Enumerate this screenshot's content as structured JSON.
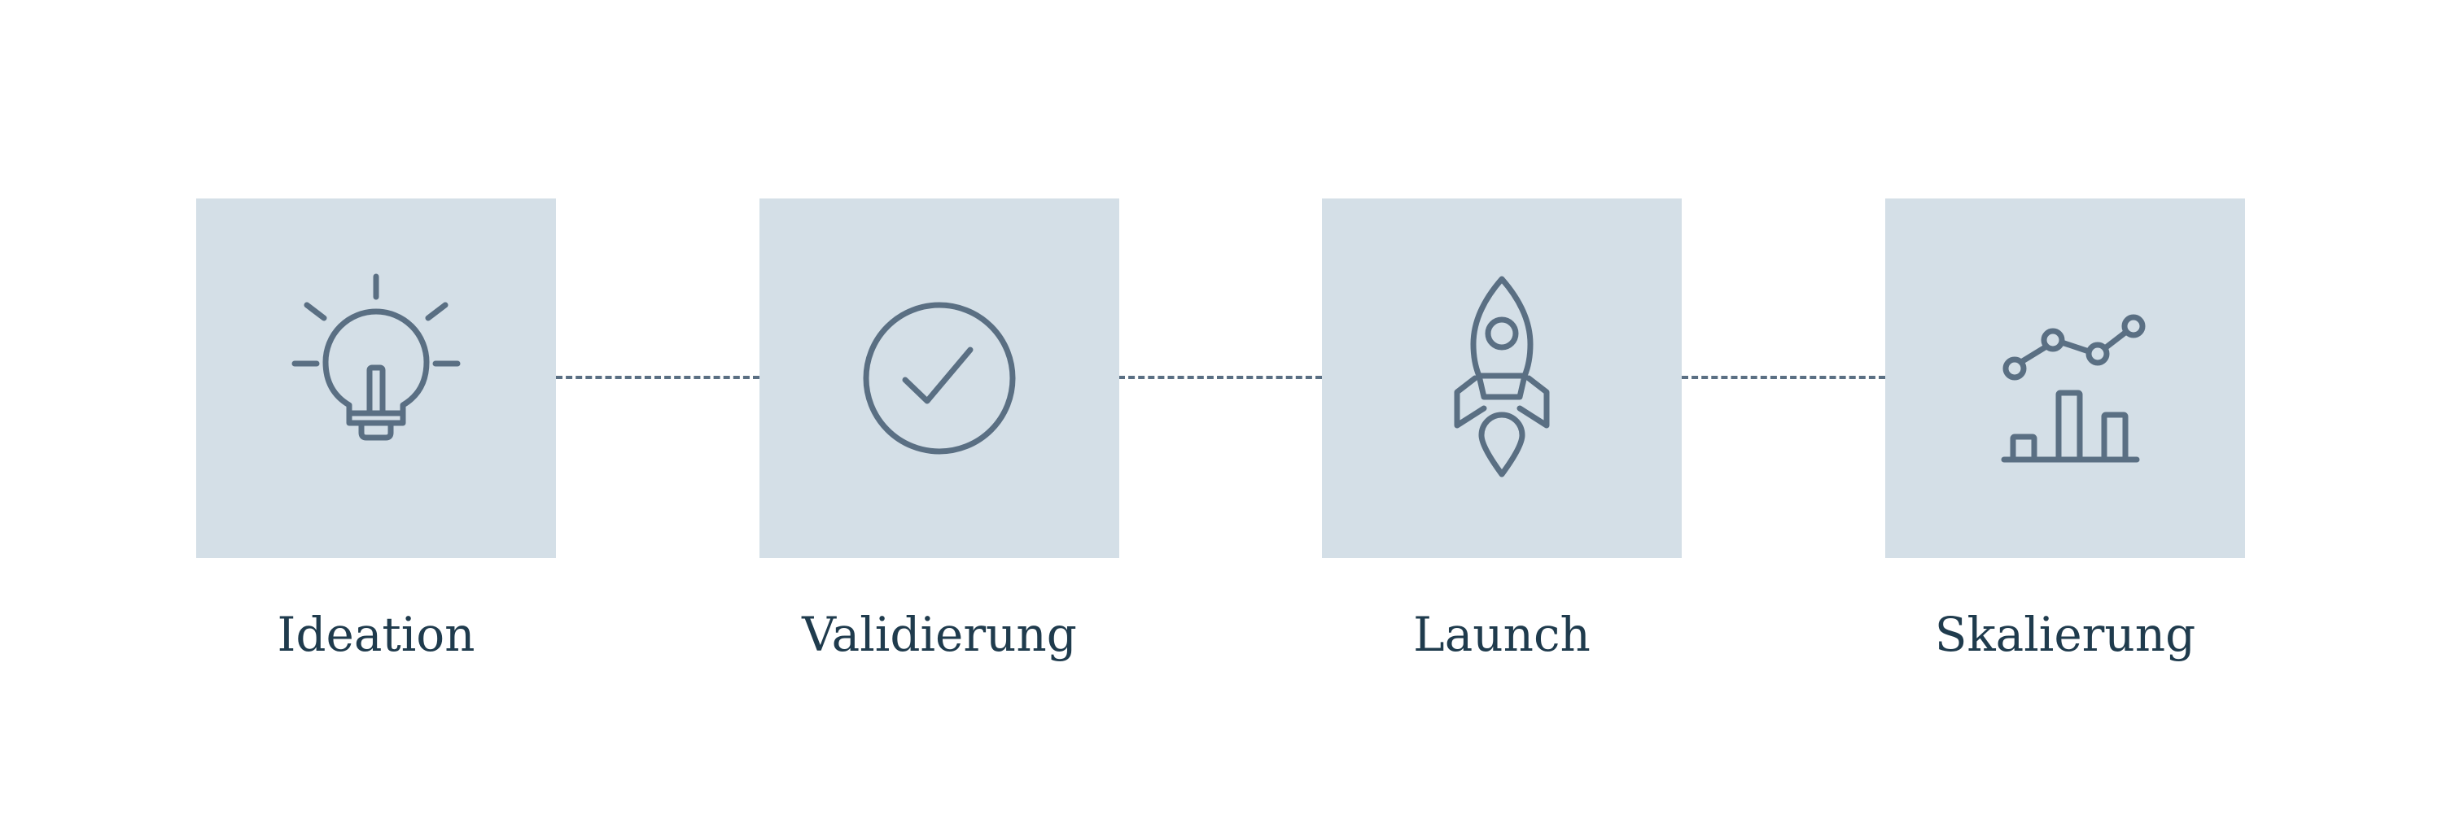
{
  "steps": [
    {
      "label": "Ideation",
      "icon": "lightbulb-icon"
    },
    {
      "label": "Validierung",
      "icon": "check-circle-icon"
    },
    {
      "label": "Launch",
      "icon": "rocket-icon"
    },
    {
      "label": "Skalierung",
      "icon": "growth-chart-icon"
    }
  ],
  "colors": {
    "tile": "#d4dfe7",
    "icon": "#5a6f83",
    "label": "#1f3b4d",
    "connector": "#5a6f83"
  }
}
